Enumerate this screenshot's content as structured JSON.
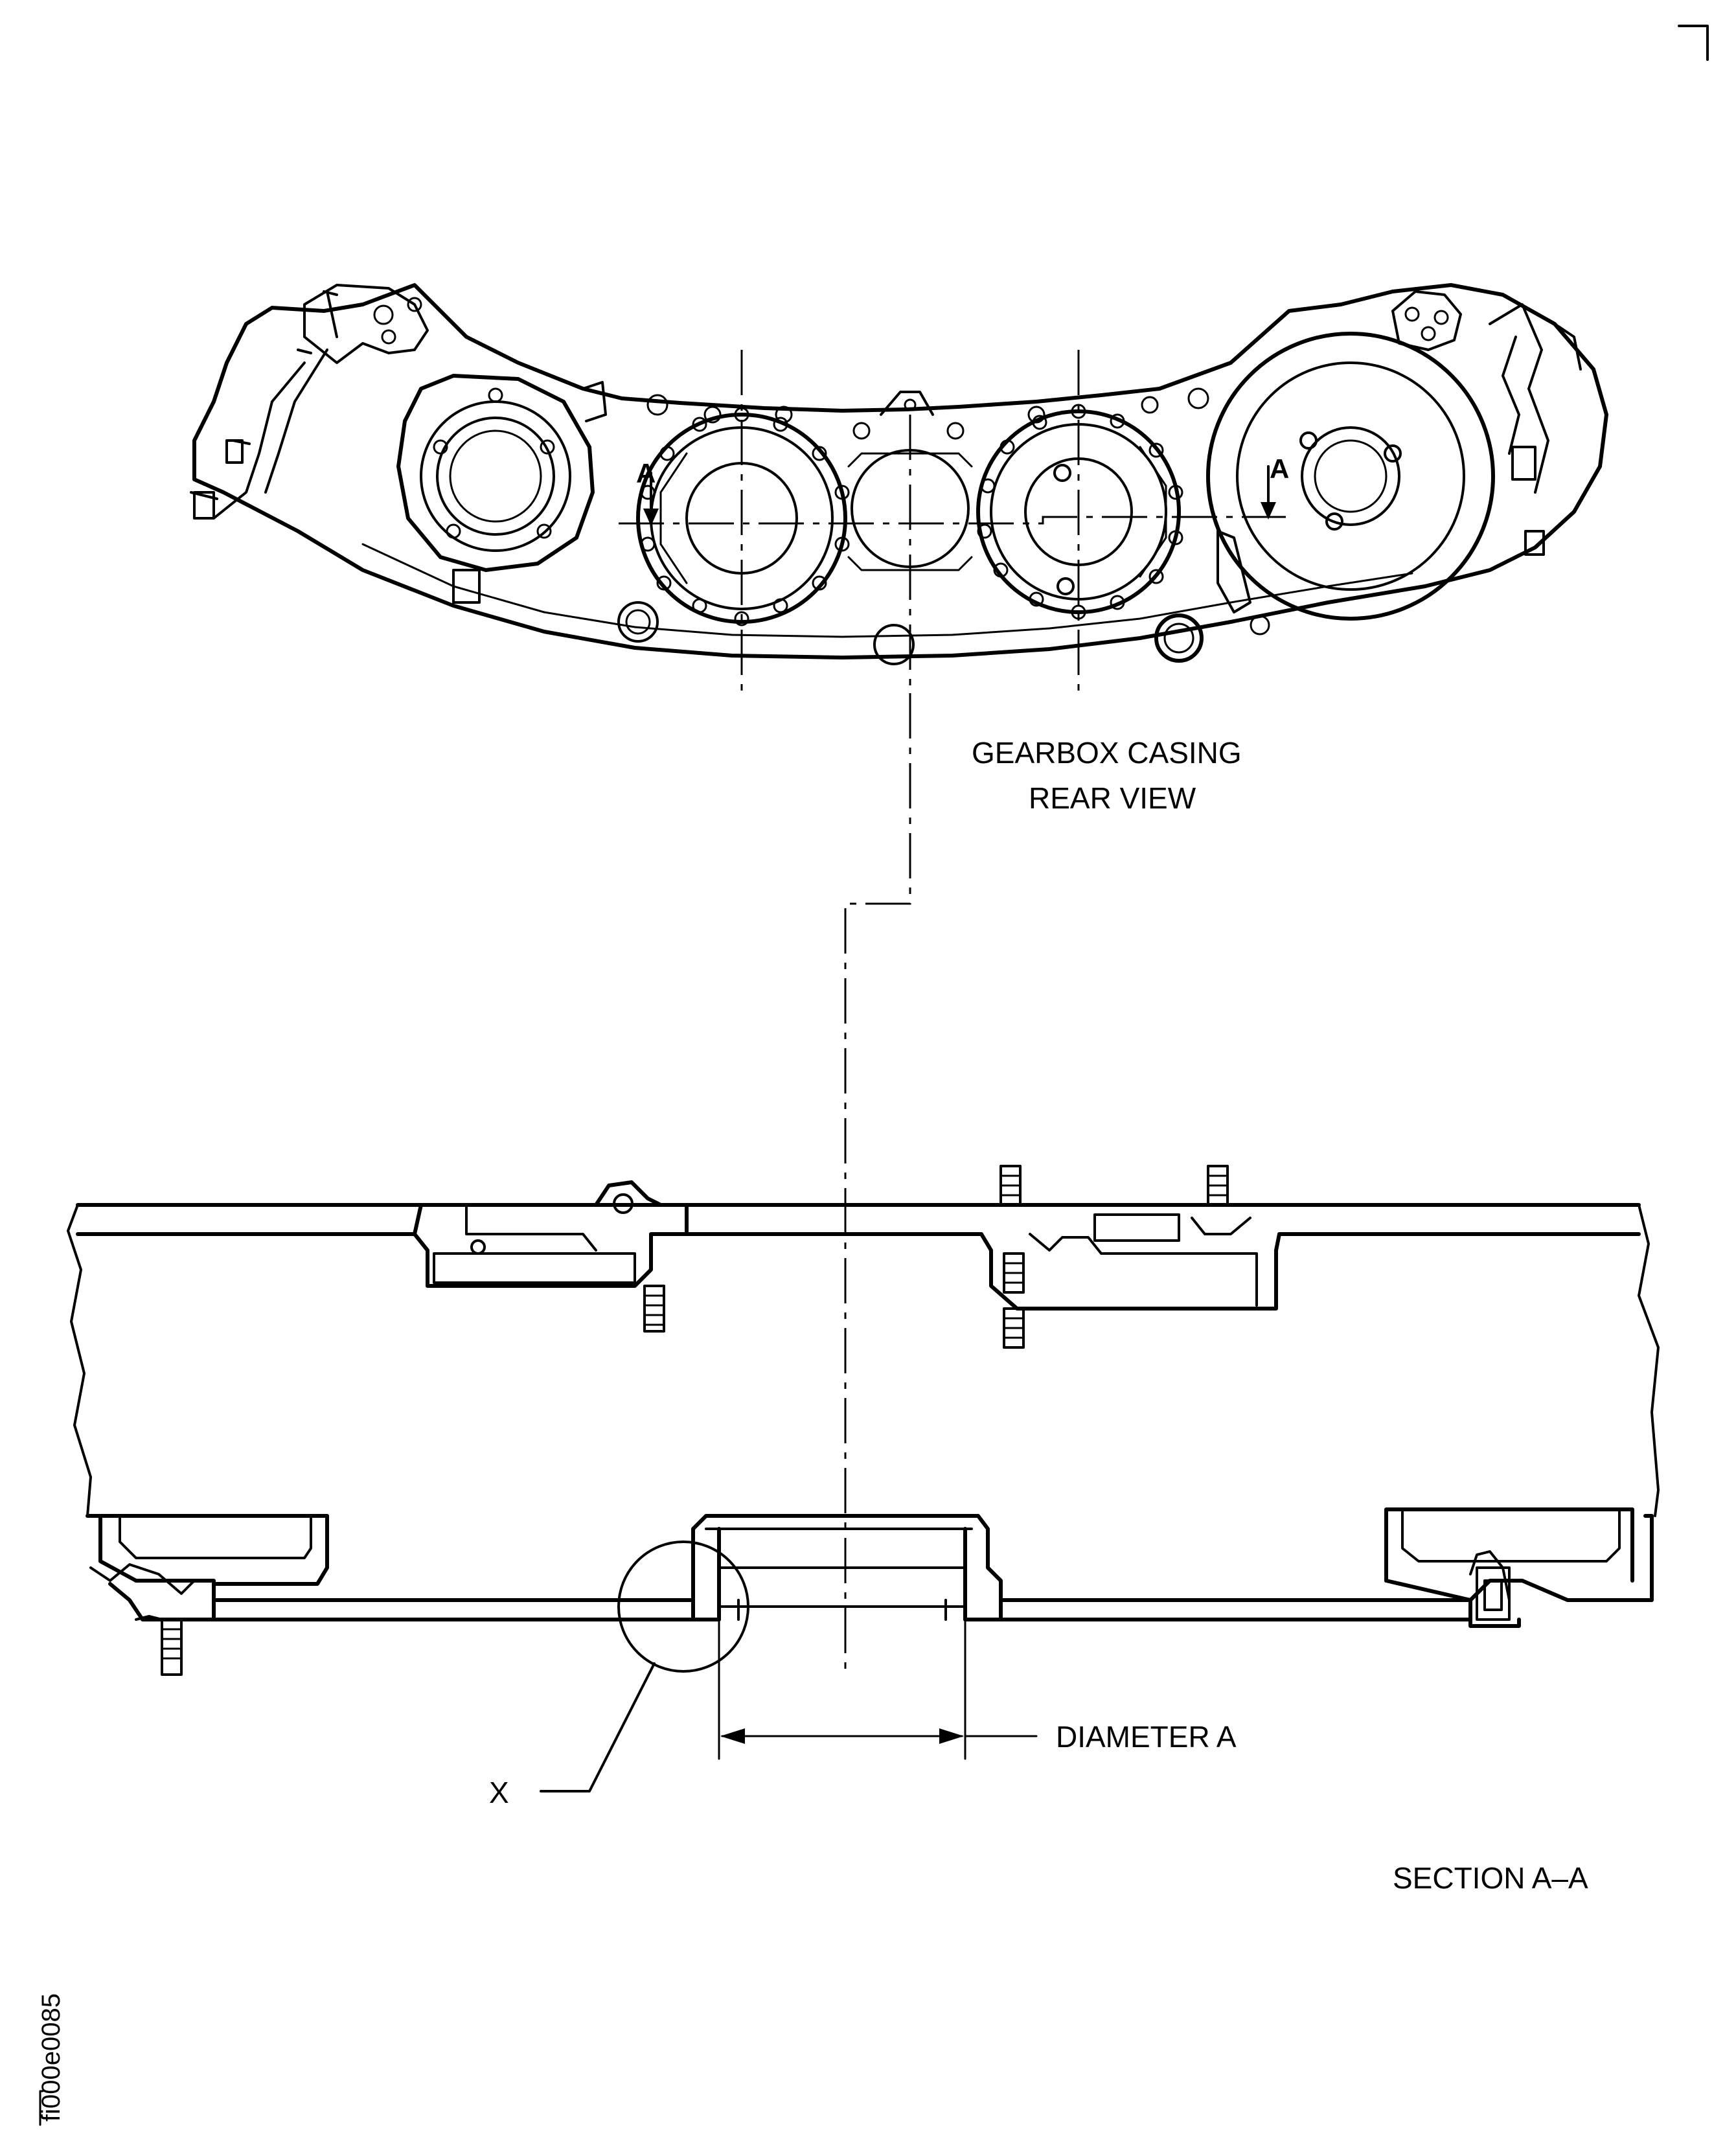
{
  "labels": {
    "rear_view_line1": "GEARBOX CASING",
    "rear_view_line2": "REAR VIEW",
    "section_marker_left": "A",
    "section_marker_right": "A",
    "diameter": "DIAMETER A",
    "detail": "X",
    "section": "SECTION A–A",
    "figure_id": "fi000e0085"
  }
}
